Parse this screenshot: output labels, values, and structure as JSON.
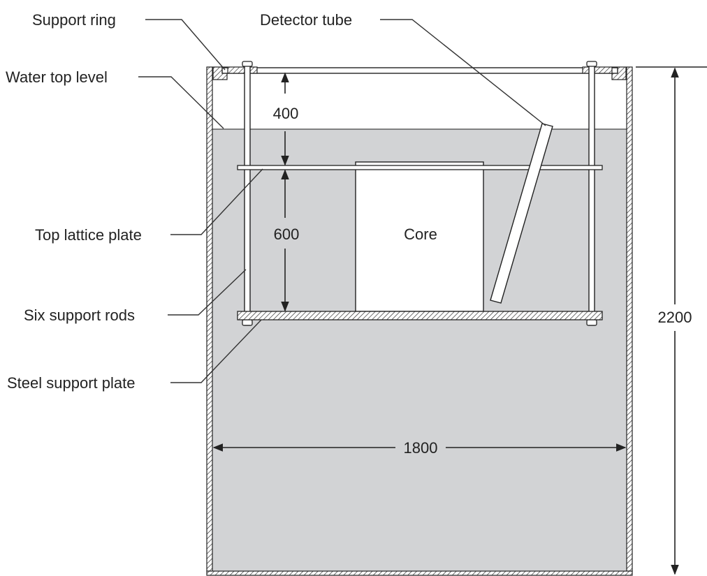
{
  "labels": {
    "support_ring": "Support ring",
    "detector_tube": "Detector tube",
    "water_top_level": "Water top level",
    "top_lattice_plate": "Top lattice plate",
    "six_support_rods": "Six support rods",
    "steel_support_plate": "Steel support plate",
    "core": "Core"
  },
  "dimensions": {
    "water_to_lattice": "400",
    "lattice_to_plate": "600",
    "tank_height": "2200",
    "tank_width": "1800"
  },
  "colors": {
    "water": "#d2d3d5",
    "line": "#222222",
    "background": "#ffffff"
  }
}
